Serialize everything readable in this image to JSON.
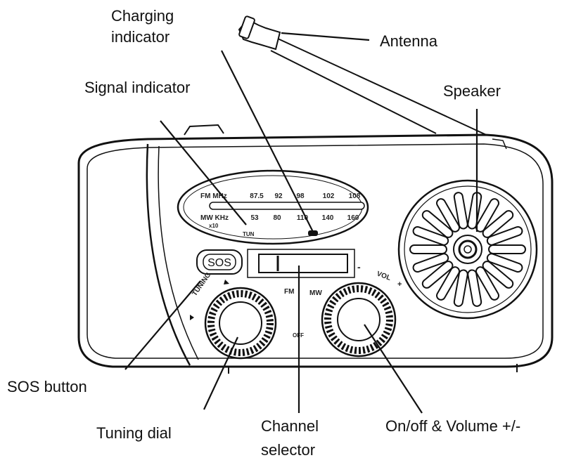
{
  "labels": {
    "charging_line1": "Charging",
    "charging_line2": "indicator",
    "antenna": "Antenna",
    "signal": "Signal indicator",
    "speaker": "Speaker",
    "sos_button": "SOS button",
    "tuning_dial": "Tuning dial",
    "channel_line1": "Channel",
    "channel_line2": "selector",
    "onoff": "On/off & Volume +/-"
  },
  "dial": {
    "fm_label": "FM MHz",
    "fm_scale": [
      "87.5",
      "92",
      "98",
      "102",
      "108"
    ],
    "mw_label": "MW KHz",
    "mw_multiplier": "x10",
    "mw_scale": [
      "53",
      "80",
      "110",
      "140",
      "160"
    ],
    "tun_label": "TUN"
  },
  "controls": {
    "sos": "SOS",
    "tuning": "TUNING",
    "fm": "FM",
    "mw": "MW",
    "off": "OFF",
    "vol": "VOL",
    "minus": "-",
    "plus": "+"
  },
  "colors": {
    "ink": "#111111",
    "paper": "#ffffff"
  }
}
